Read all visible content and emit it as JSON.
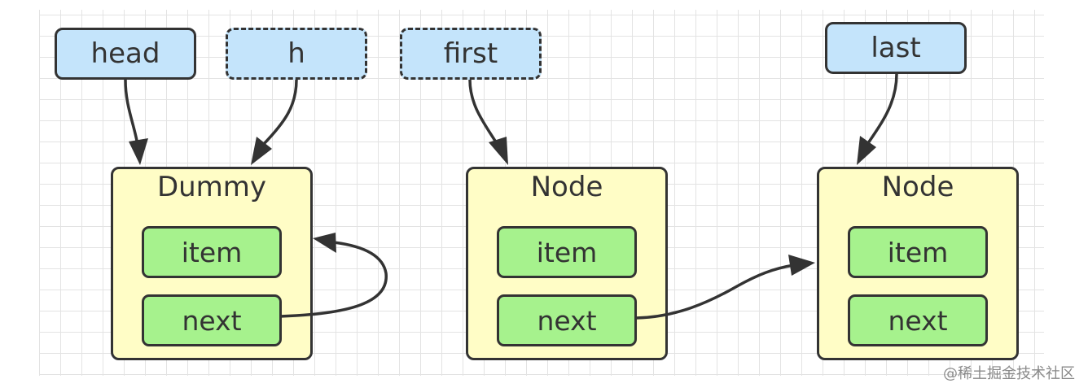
{
  "pointers": {
    "head": "head",
    "h": "h",
    "first": "first",
    "last": "last"
  },
  "nodes": [
    {
      "title": "Dummy",
      "item": "item",
      "next": "next"
    },
    {
      "title": "Node",
      "item": "item",
      "next": "next"
    },
    {
      "title": "Node",
      "item": "item",
      "next": "next"
    }
  ],
  "watermark": "@稀土掘金技术社区",
  "colors": {
    "pointer_fill": "#c4e4fb",
    "node_fill": "#fffdc6",
    "field_fill": "#a6f28d",
    "stroke": "#333333",
    "grid": "#e3e3e3"
  }
}
